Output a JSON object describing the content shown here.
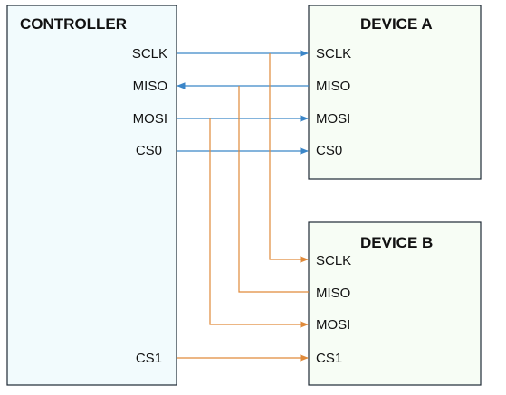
{
  "colors": {
    "box_fill": "#f2fbfd",
    "box_stroke": "#1e2a35",
    "device_fill": "#f7fdf5",
    "blue_line": "#3b86c8",
    "orange_line": "#e08a3a"
  },
  "controller": {
    "title": "CONTROLLER",
    "pins": {
      "sclk": "SCLK",
      "miso": "MISO",
      "mosi": "MOSI",
      "cs0": "CS0",
      "cs1": "CS1"
    }
  },
  "device_a": {
    "title": "DEVICE A",
    "pins": {
      "sclk": "SCLK",
      "miso": "MISO",
      "mosi": "MOSI",
      "cs0": "CS0"
    }
  },
  "device_b": {
    "title": "DEVICE B",
    "pins": {
      "sclk": "SCLK",
      "miso": "MISO",
      "mosi": "MOSI",
      "cs1": "CS1"
    }
  }
}
